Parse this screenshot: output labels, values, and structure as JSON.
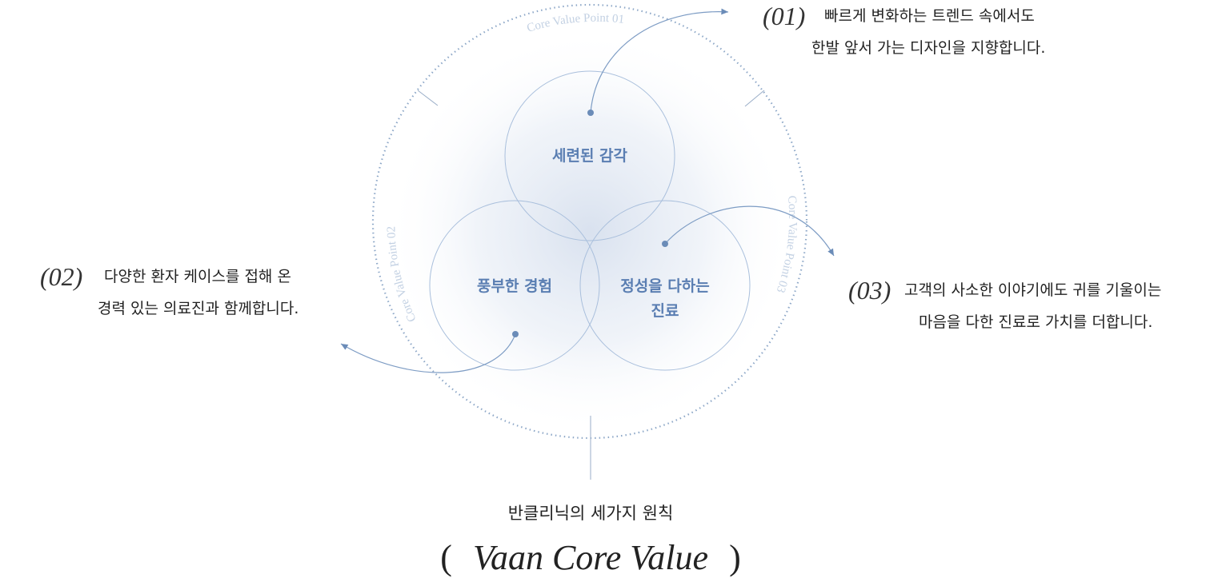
{
  "diagram": {
    "ring_labels": [
      "Core Value Point 01",
      "Core Value Point 02",
      "Core Value Point 03"
    ],
    "circles": [
      {
        "id": "top",
        "label": "세련된 감각"
      },
      {
        "id": "left",
        "label": "풍부한 경험"
      },
      {
        "id": "right",
        "label_line1": "정성을 다하는",
        "label_line2": "진료"
      }
    ],
    "colors": {
      "accent": "#6b8cb8",
      "ring": "#8ea8c8",
      "circle_stroke": "#a9bfdc",
      "label": "#5a7eb2",
      "faint_text": "#c3d1e3"
    }
  },
  "points": [
    {
      "num": "(01)",
      "line1": "빠르게 변화하는 트렌드 속에서도",
      "line2": "한발 앞서 가는 디자인을 지향합니다."
    },
    {
      "num": "(02)",
      "line1": "다양한 환자 케이스를 접해 온",
      "line2": "경력 있는 의료진과 함께합니다."
    },
    {
      "num": "(03)",
      "line1": "고객의 사소한 이야기에도 귀를 기울이는",
      "line2": "마음을 다한 진료로 가치를 더합니다."
    }
  ],
  "footer": {
    "subtitle": "반클리닉의 세가지 원칙",
    "paren_open": "(",
    "title": "Vaan Core Value",
    "paren_close": ")"
  }
}
